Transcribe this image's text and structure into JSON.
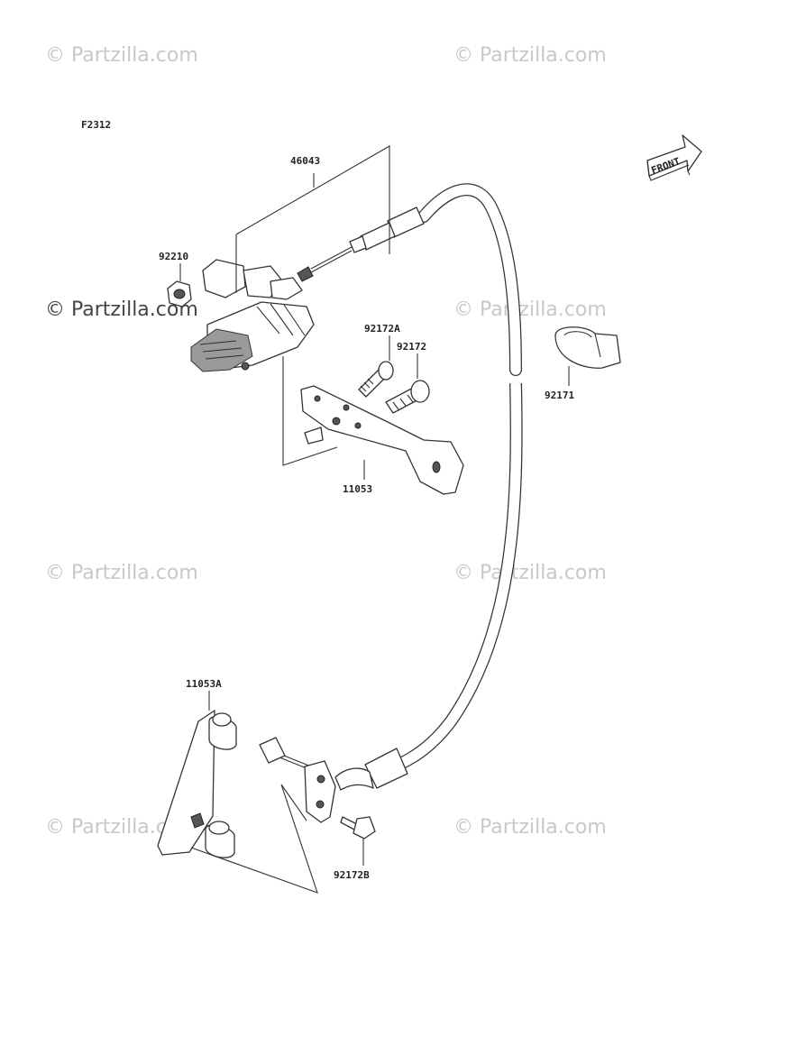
{
  "figure_code": "F2312",
  "watermark": "© Partzilla.com",
  "front_arrow_text": "FRONT",
  "part_labels": {
    "cable_assembly": "46043",
    "nut": "92210",
    "screw_a": "92172A",
    "screw": "92172",
    "clamp": "92171",
    "bracket": "11053",
    "bracket_a": "11053A",
    "bolt_b": "92172B"
  }
}
